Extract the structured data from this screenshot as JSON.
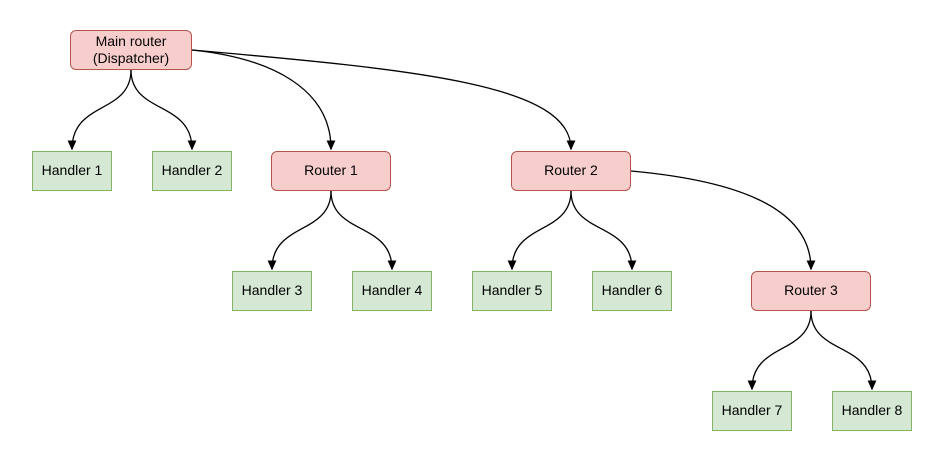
{
  "diagram": {
    "type": "tree-flowchart",
    "background": "#ffffff",
    "colors": {
      "router_fill": "#f8cecc",
      "router_border": "#b85450",
      "handler_fill": "#d5e8d4",
      "handler_border": "#82b366",
      "edge": "#000000",
      "text": "#000000"
    },
    "nodes": {
      "main_router": {
        "line1": "Main router",
        "line2": "(Dispatcher)",
        "kind": "router"
      },
      "router1": {
        "label": "Router 1",
        "kind": "router"
      },
      "router2": {
        "label": "Router 2",
        "kind": "router"
      },
      "router3": {
        "label": "Router 3",
        "kind": "router"
      },
      "handler1": {
        "label": "Handler 1",
        "kind": "handler"
      },
      "handler2": {
        "label": "Handler 2",
        "kind": "handler"
      },
      "handler3": {
        "label": "Handler 3",
        "kind": "handler"
      },
      "handler4": {
        "label": "Handler 4",
        "kind": "handler"
      },
      "handler5": {
        "label": "Handler 5",
        "kind": "handler"
      },
      "handler6": {
        "label": "Handler 6",
        "kind": "handler"
      },
      "handler7": {
        "label": "Handler 7",
        "kind": "handler"
      },
      "handler8": {
        "label": "Handler 8",
        "kind": "handler"
      }
    },
    "edges": [
      {
        "from": "Main router (Dispatcher)",
        "to": "Handler 1"
      },
      {
        "from": "Main router (Dispatcher)",
        "to": "Handler 2"
      },
      {
        "from": "Main router (Dispatcher)",
        "to": "Router 1"
      },
      {
        "from": "Main router (Dispatcher)",
        "to": "Router 2"
      },
      {
        "from": "Router 1",
        "to": "Handler 3"
      },
      {
        "from": "Router 1",
        "to": "Handler 4"
      },
      {
        "from": "Router 2",
        "to": "Handler 5"
      },
      {
        "from": "Router 2",
        "to": "Handler 6"
      },
      {
        "from": "Router 2",
        "to": "Router 3"
      },
      {
        "from": "Router 3",
        "to": "Handler 7"
      },
      {
        "from": "Router 3",
        "to": "Handler 8"
      }
    ]
  }
}
